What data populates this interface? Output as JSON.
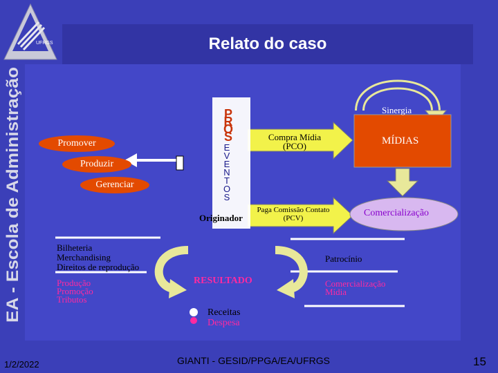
{
  "title": "Relato do caso",
  "sidebar_text": "EA - Escola de Administração",
  "logo_text": "UFRGS",
  "left_ovals": [
    "Promover",
    "Produzir",
    "Gerenciar"
  ],
  "center": {
    "letters_top": [
      "P",
      "R",
      "O",
      "S"
    ],
    "letters_bottom": [
      "E",
      "V",
      "E",
      "N",
      "T",
      "O",
      "S"
    ],
    "originator": "Originador"
  },
  "arrows": {
    "compra": "Compra Mídia",
    "compra_sub": "(PCO)",
    "paga": "Paga Comissão Contato",
    "paga_sub": "(PCV)"
  },
  "right": {
    "sinergia": "Sinergia",
    "midias": "MÍDIAS",
    "comercializacao": "Comercialização"
  },
  "bottom_left_top": [
    "Bilheteria",
    "Merchandising",
    "Direitos de reprodução"
  ],
  "bottom_left_bottom": [
    "Produção",
    "Promoção",
    "Tributos"
  ],
  "bottom_center": {
    "resultado": "RESULTADO",
    "receitas": "Receitas",
    "despesa": "Despesa"
  },
  "bottom_right": {
    "patrocinio": "Patrocínio",
    "comercializacao": "Comercialização",
    "midia": "Mídia"
  },
  "footer": {
    "date": "1/2/2022",
    "center": "GIANTI - GESID/PPGA/EA/UFRGS",
    "page": "15"
  },
  "colors": {
    "background": "#3b3fb8",
    "panel": "#4347c8",
    "orange": "#e34a00",
    "magenta": "#ff2aa0",
    "gold": "#f2f24a"
  }
}
